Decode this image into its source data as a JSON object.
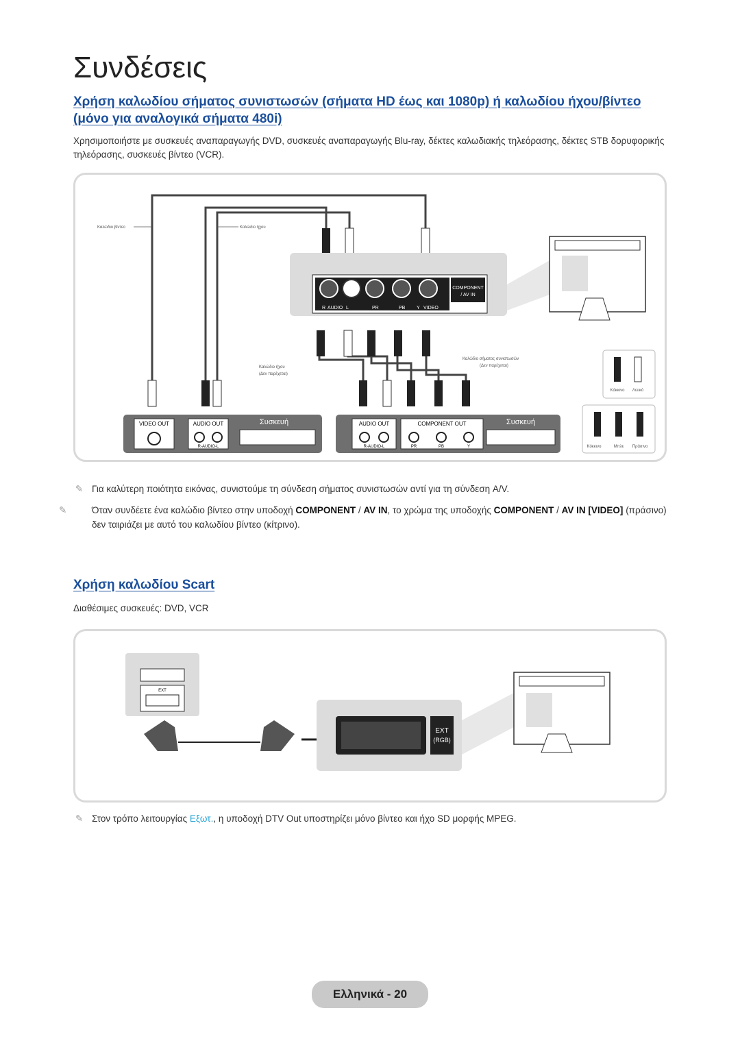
{
  "page": {
    "title": "Συνδέσεις",
    "footer": "Ελληνικά - 20"
  },
  "section1": {
    "heading": "Χρήση καλωδίου σήματος συνιστωσών (σήματα HD έως και 1080p) ή καλωδίου ήχου/βίντεο (μόνο για αναλογικά σήματα 480i)",
    "intro": "Χρησιμοποιήστε με συσκευές αναπαραγωγής DVD, συσκευές αναπαραγωγής Blu-ray, δέκτες καλωδιακής τηλεόρασης, δέκτες STB δορυφορικής τηλεόρασης, συσκευές βίντεο (VCR).",
    "diagram": {
      "video_cable_label": "Καλώδιο βίντεο",
      "audio_cable_label": "Καλώδιο ήχου",
      "audio_cable_label2": "Καλώδιο ήχου",
      "not_supplied": "(Δεν παρέχεται)",
      "component_cable_label": "Καλώδιο σήματος συνιστωσών",
      "not_supplied2": "(Δεν παρέχεται)",
      "panel_label_1": "COMPONENT",
      "panel_label_2": "/ AV IN",
      "jack_r": "R",
      "jack_audio": "AUDIO",
      "jack_l": "L",
      "jack_pr": "PR",
      "jack_pb": "PB",
      "jack_y": "Y",
      "jack_video": "VIDEO",
      "device_label": "Συσκευή",
      "device_label2": "Συσκευή",
      "video_out": "VIDEO OUT",
      "audio_out": "AUDIO OUT",
      "audio_out2": "AUDIO OUT",
      "component_out": "COMPONENT OUT",
      "r_audio_l": "R-AUDIO-L",
      "r_audio_l2": "R-AUDIO-L",
      "pr": "PR",
      "pb": "PB",
      "y": "Y",
      "legend_red": "Κόκκινο",
      "legend_white": "Λευκό",
      "legend_red2": "Κόκκινο",
      "legend_blue": "Μπλε",
      "legend_green": "Πράσινο"
    }
  },
  "notes": [
    {
      "text": "Για καλύτερη ποιότητα εικόνας, συνιστούμε τη σύνδεση σήματος συνιστωσών αντί για τη σύνδεση A/V."
    },
    {
      "t1": "Όταν συνδέετε ένα καλώδιο βίντεο στην υποδοχή ",
      "b1": "COMPONENT",
      "t2": " / ",
      "b2": "AV IN",
      "t3": ", το χρώμα της υποδοχής ",
      "b3": "COMPONENT",
      "t4": " / ",
      "b4": "AV IN",
      "t5": " ",
      "b5": "[VIDEO]",
      "t6": " (πράσινο) δεν ταιριάζει με αυτό του καλωδίου βίντεο (κίτρινο)."
    }
  ],
  "section2": {
    "heading": "Χρήση καλωδίου Scart",
    "devices": "Διαθέσιμες συσκευές: DVD, VCR",
    "ext_small": "EXT",
    "ext_label": "EXT",
    "rgb_label": "(RGB)",
    "note_t1": "Στον τρόπο λειτουργίας ",
    "note_link": "Εξωτ.",
    "note_t2": ", η υποδοχή DTV Out υποστηρίζει μόνο βίντεο και ήχο SD μορφής MPEG."
  }
}
